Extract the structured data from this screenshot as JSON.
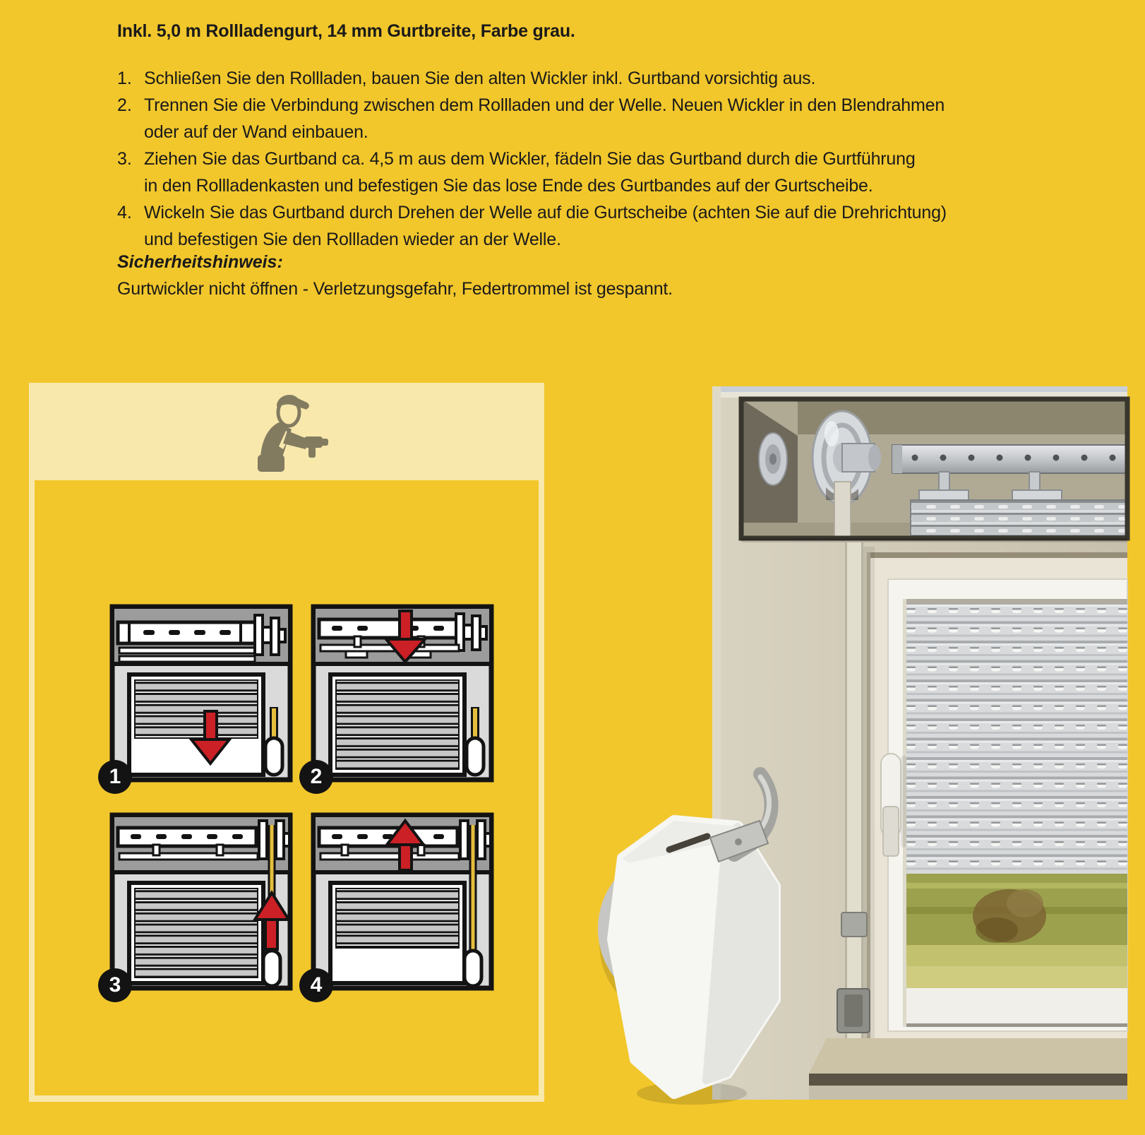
{
  "colors": {
    "page_yellow": "#F2C72C",
    "panel_cream": "#F8E8AC",
    "arrow_red": "#CB2026",
    "belt_yellow": "#E6BE3E"
  },
  "intro": {
    "title": "Inkl. 5,0 m Rollladengurt, 14 mm Gurtbreite, Farbe grau."
  },
  "steps": [
    {
      "num": "1.",
      "lines": [
        "Schließen Sie den Rollladen, bauen Sie den alten Wickler inkl. Gurtband vorsichtig aus."
      ]
    },
    {
      "num": "2.",
      "lines": [
        "Trennen Sie die Verbindung zwischen dem Rollladen und der Welle. Neuen Wickler in den Blendrahmen",
        "oder auf der Wand einbauen."
      ]
    },
    {
      "num": "3.",
      "lines": [
        "Ziehen Sie das Gurtband ca. 4,5 m aus dem Wickler, fädeln Sie das Gurtband durch die Gurtführung",
        "in den Rollladenkasten und befestigen Sie das lose Ende des Gurtbandes auf der Gurtscheibe."
      ]
    },
    {
      "num": "4.",
      "lines": [
        "Wickeln Sie das Gurtband durch Drehen der Welle auf die Gurtscheibe (achten Sie auf die Drehrichtung)",
        "und befestigen Sie den Rollladen wieder an der Welle."
      ]
    }
  ],
  "safety": {
    "heading": "Sicherheitshinweis:",
    "text": "Gurtwickler nicht öffnen - Verletzungsgefahr, Federtrommel ist gespannt."
  },
  "panel": {
    "icon": "installer-with-drill-icon",
    "badges": [
      "1",
      "2",
      "3",
      "4"
    ]
  }
}
